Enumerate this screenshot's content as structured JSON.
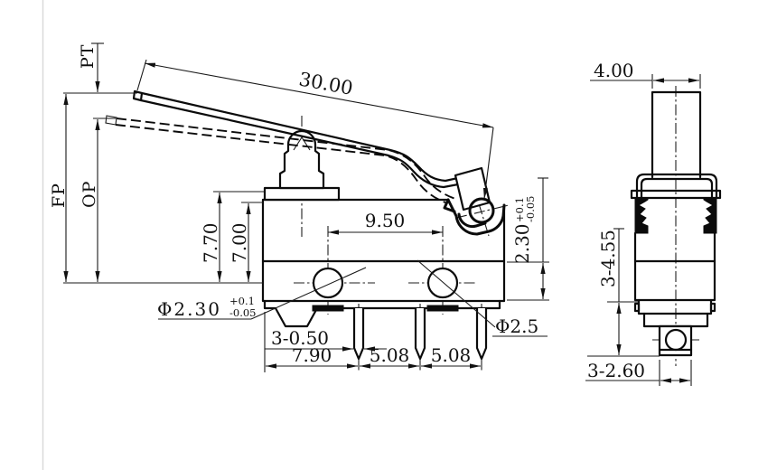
{
  "drawing": {
    "type": "engineering-drawing",
    "subject": "micro switch with long hinge lever, front and side views",
    "line_color": "#0b0b0b",
    "background": "#ffffff",
    "front_view": {
      "labels": {
        "pt": "PT",
        "fp": "FP",
        "op": "OP"
      },
      "dims": {
        "lever_length": "30.00",
        "hole_spacing": "9.50",
        "plunger_base_height": "7.70",
        "body_height": "7.00",
        "pivot_hole_dia": "2.30",
        "pivot_hole_tol_plus": "+0.1",
        "pivot_hole_tol_minus": "-0.05",
        "mount_hole_dia": "Φ2.30",
        "mount_hole_tol_plus": "+0.1",
        "mount_hole_tol_minus": "-0.05",
        "pin_thickness": "3-0.50",
        "first_pin_offset": "7.90",
        "pin_pitch_1": "5.08",
        "pin_pitch_2": "5.08",
        "terminal_hole_dia": "Φ2.5"
      }
    },
    "side_view": {
      "dims": {
        "lever_width": "4.00",
        "terminal_length": "3-4.55",
        "terminal_width": "3-2.60"
      }
    }
  }
}
